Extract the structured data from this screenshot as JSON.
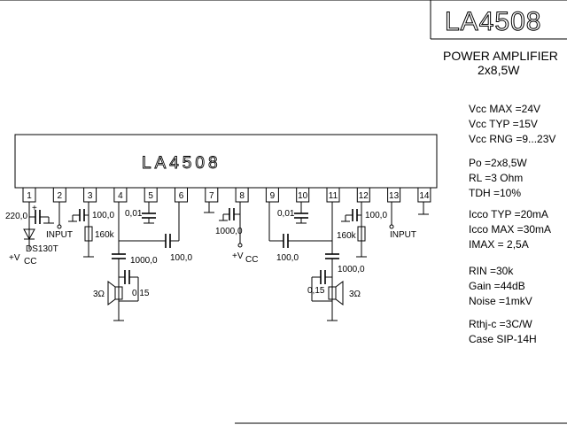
{
  "title_block": {
    "part_number": "LA4508",
    "description_line1": "POWER AMPLIFIER",
    "description_line2": "2x8,5W"
  },
  "chip": {
    "label": "LA4508",
    "pins": [
      "1",
      "2",
      "3",
      "4",
      "5",
      "6",
      "7",
      "8",
      "9",
      "10",
      "11",
      "12",
      "13",
      "14"
    ]
  },
  "specs": [
    "Vcc MAX =24V",
    "Vcc TYP =15V",
    "Vcc RNG =9...23V",
    "Po =2x8,5W",
    "RL =3 Ohm",
    "TDH =10%",
    "Icco TYP =20mA",
    "Icco MAX =30mA",
    "IMAX =    2,5A",
    "RIN =30k",
    "Gain =44dB",
    "Noise =1mkV",
    "Rthj-c =3C/W",
    "Case SIP-14H"
  ],
  "components": {
    "c_220": "220,0",
    "input_left": "INPUT",
    "c_100_pin3": "100,0",
    "r_160k_left": "160k",
    "c_001_left": "0,01",
    "diode": "DS130T",
    "vcc_left": "+V",
    "vcc_left_sub": "CC",
    "c_1000_pin7": "1000,0",
    "vcc_mid": "+V",
    "vcc_mid_sub": "CC",
    "c_1000_left_out": "1000,0",
    "c_100_left_fb": "100,0",
    "spk_left": "3Ω",
    "c_015_left": "0,15",
    "c_001_right": "0,01",
    "c_100_pin12": "100,0",
    "r_160k_right": "160k",
    "input_right": "INPUT",
    "c_100_right_fb": "100,0",
    "c_1000_right_out": "1000,0",
    "c_015_right": "0,15",
    "spk_right": "3Ω"
  }
}
